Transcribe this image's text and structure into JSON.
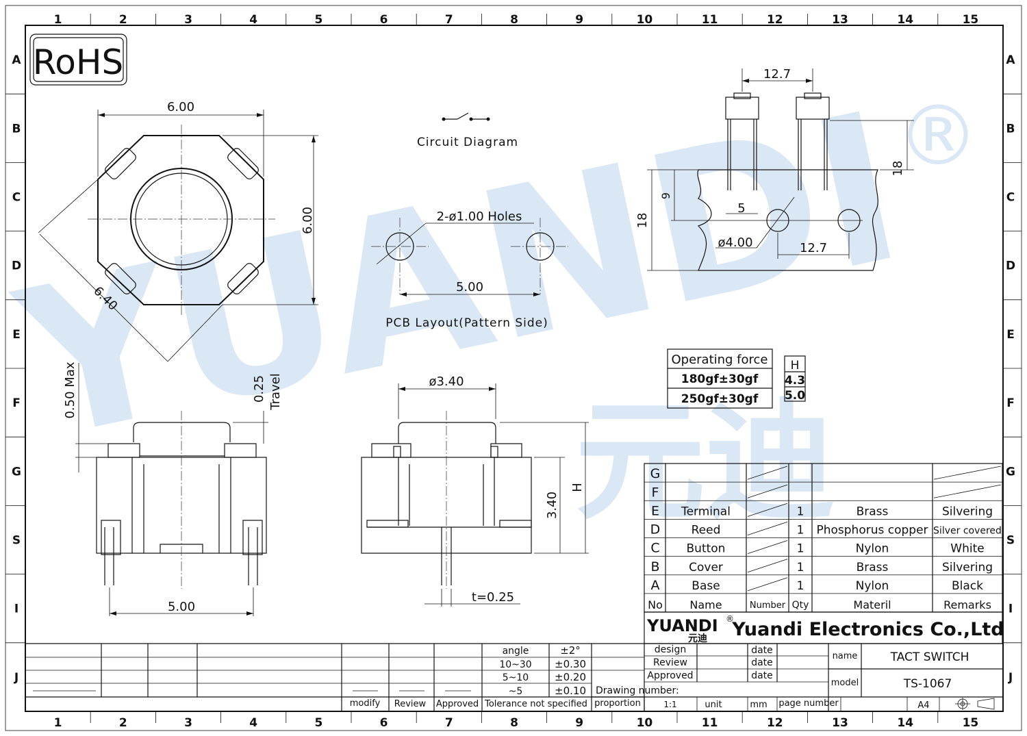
{
  "border": {
    "columns": [
      "1",
      "2",
      "3",
      "4",
      "5",
      "6",
      "7",
      "8",
      "9",
      "10",
      "11",
      "12",
      "13",
      "14",
      "15"
    ],
    "rows": [
      "A",
      "B",
      "C",
      "D",
      "E",
      "F",
      "G",
      "S",
      "I",
      "J"
    ]
  },
  "watermark": {
    "text": "YUANDI",
    "cn": "元迪",
    "reg": "®"
  },
  "rohs": "RoHS",
  "top_view": {
    "dim_width": "6.00",
    "dim_height": "6.00",
    "dim_diag": "6.40"
  },
  "circuit": {
    "label": "Circuit Diagram"
  },
  "pcb": {
    "holes": "2-ø1.00 Holes",
    "spacing": "5.00",
    "label": "PCB Layout(Pattern Side)"
  },
  "mount_view": {
    "top_spacing": "12.7",
    "height_right": "18",
    "height_left": "18",
    "dim_9": "9",
    "dim_5": "5",
    "dim_hole": "ø4.00",
    "bottom_spacing": "12.7"
  },
  "side_view": {
    "max_label": "0.50 Max",
    "travel_value": "0.25",
    "travel_label": "Travel",
    "width": "5.00"
  },
  "front_view": {
    "diameter": "ø3.40",
    "height": "3.40",
    "h_label": "H",
    "thickness": "t=0.25"
  },
  "force_table": {
    "header": "Operating force",
    "h_header": "H",
    "rows": [
      {
        "force": "180gf±30gf",
        "h": "4.3"
      },
      {
        "force": "250gf±30gf",
        "h": "5.0"
      }
    ]
  },
  "bom": {
    "rows": [
      {
        "id": "G",
        "name": "",
        "qty": "",
        "material": "",
        "remarks": ""
      },
      {
        "id": "F",
        "name": "",
        "qty": "",
        "material": "",
        "remarks": ""
      },
      {
        "id": "E",
        "name": "Terminal",
        "qty": "1",
        "material": "Brass",
        "remarks": "Silvering"
      },
      {
        "id": "D",
        "name": "Reed",
        "qty": "1",
        "material": "Phosphorus copper",
        "remarks": "Silver covered"
      },
      {
        "id": "C",
        "name": "Button",
        "qty": "1",
        "material": "Nylon",
        "remarks": "White"
      },
      {
        "id": "B",
        "name": "Cover",
        "qty": "1",
        "material": "Brass",
        "remarks": "Silvering"
      },
      {
        "id": "A",
        "name": "Base",
        "qty": "1",
        "material": "Nylon",
        "remarks": "Black"
      }
    ],
    "header": {
      "no": "No",
      "name": "Name",
      "number": "Number",
      "qty": "Qty",
      "material": "Materil",
      "remarks": "Remarks"
    }
  },
  "company": {
    "logo": "YUANDI",
    "logo_cn": "元迪",
    "logo_reg": "®",
    "name": "Yuandi Electronics Co.,Ltd"
  },
  "title_block": {
    "tolerance": [
      {
        "range": "angle",
        "tol": "±2°"
      },
      {
        "range": "10~30",
        "tol": "±0.30"
      },
      {
        "range": "5~10",
        "tol": "±0.20"
      },
      {
        "range": "~5",
        "tol": "±0.10"
      }
    ],
    "modify": "modify",
    "review": "Review",
    "approved": "Approved",
    "tol_label": "Tolerance not specified",
    "design": "design",
    "review2": "Review",
    "approved2": "Approved",
    "date1": "date",
    "date2": "date",
    "date3": "date",
    "drawing_number": "Drawing number:",
    "name_label": "name",
    "name_value": "TACT SWITCH",
    "model_label": "model",
    "model_value": "TS-1067",
    "proportion": "proportion",
    "scale": "1:1",
    "unit": "unit",
    "mm": "mm",
    "page_number": "page number",
    "size": "A4"
  }
}
